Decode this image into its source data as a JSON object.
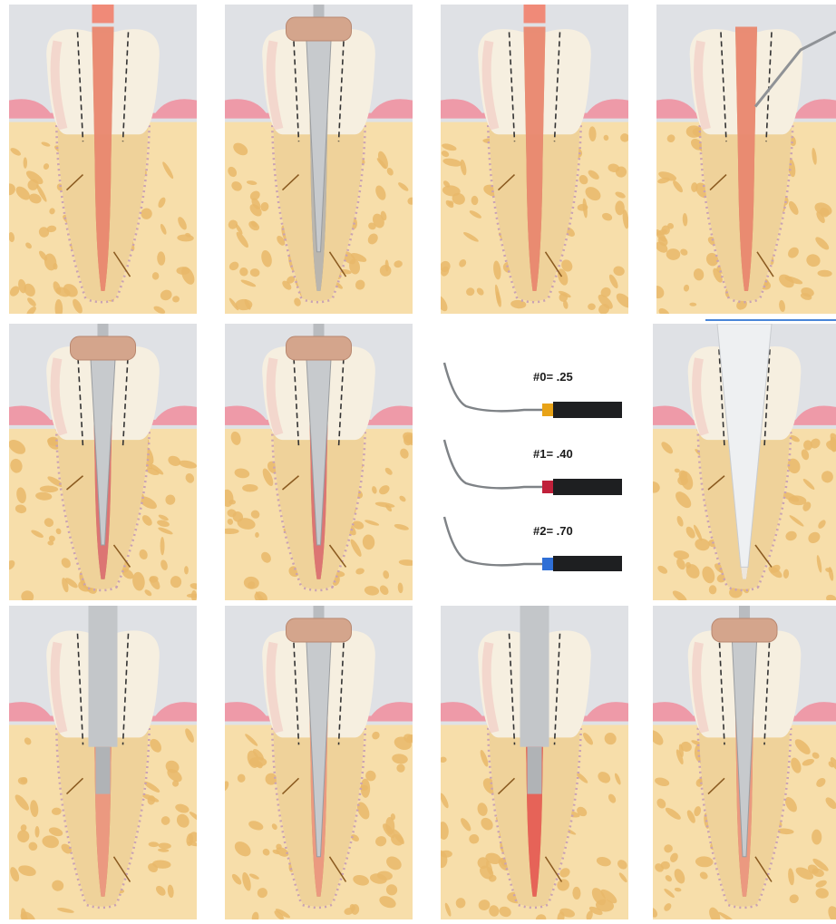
{
  "figure": {
    "panels": [
      {
        "id": "p1",
        "instrument": "none",
        "canal_fill": "pink-cone"
      },
      {
        "id": "p2",
        "instrument": "spreader-with-stop",
        "canal_fill": "gray"
      },
      {
        "id": "p3",
        "instrument": "none",
        "canal_fill": "pink-cone"
      },
      {
        "id": "p4",
        "instrument": "explorer-tip",
        "canal_fill": "pink-cone"
      },
      {
        "id": "p5",
        "instrument": "plugger-with-stop",
        "canal_fill": "gray-red"
      },
      {
        "id": "p6",
        "instrument": "plugger-with-stop",
        "canal_fill": "gray-red"
      },
      {
        "id": "p8",
        "instrument": "syringe-tip",
        "canal_fill": "white"
      },
      {
        "id": "p9",
        "instrument": "heated-plugger",
        "canal_fill": "gray-pink"
      },
      {
        "id": "p10",
        "instrument": "plugger-with-stop",
        "canal_fill": "gray-pink"
      },
      {
        "id": "p11",
        "instrument": "heated-plugger",
        "canal_fill": "red-bulb"
      },
      {
        "id": "p12",
        "instrument": "plugger-with-stop",
        "canal_fill": "gray-pink"
      }
    ],
    "tools": [
      {
        "label": "#0= .25",
        "band_color": "#e8a317"
      },
      {
        "label": "#1= .40",
        "band_color": "#c0203a"
      },
      {
        "label": "#2= .70",
        "band_color": "#2f6fd6"
      }
    ],
    "colors": {
      "background": "#dfe1e5",
      "bone": "#f7deaa",
      "bone_hole": "#e9b86a",
      "gum": "#ee9aa8",
      "crown": "#f6efe0",
      "root": "#efd29a",
      "canal_pink": "#f08a78",
      "instrument": "#b9bcc0",
      "stop": "#d4a58c"
    }
  }
}
